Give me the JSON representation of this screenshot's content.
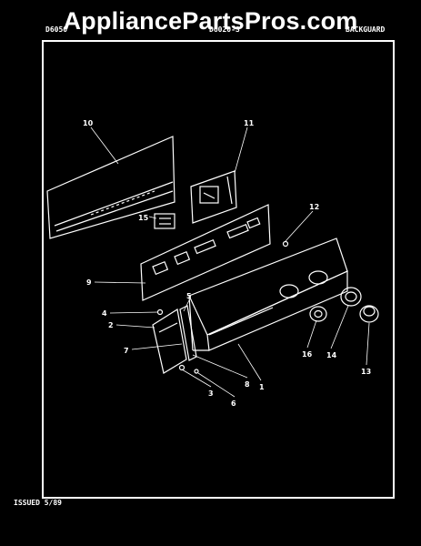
{
  "watermark": "AppliancePartsPros.com",
  "header": {
    "left": "D6050",
    "center": "D6020-S",
    "right": "BACKGUARD"
  },
  "footer": "ISSUED 5/89",
  "callouts": [
    "1",
    "2",
    "3",
    "4",
    "5",
    "6",
    "7",
    "8",
    "9",
    "10",
    "11",
    "12",
    "13",
    "14",
    "15",
    "16"
  ]
}
